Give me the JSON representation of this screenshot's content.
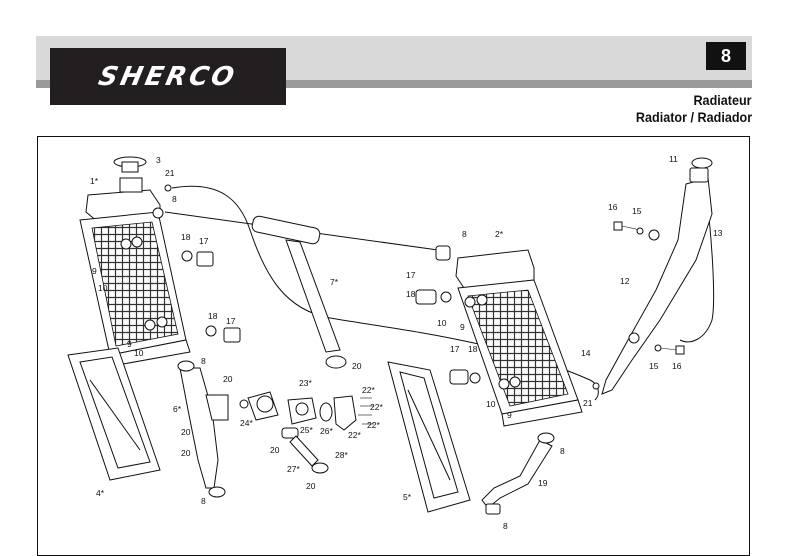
{
  "header": {
    "brand": "SHERCO",
    "page_number": "8",
    "title_fr": "Radiateur",
    "title_en": "Radiator / Radiador"
  },
  "diagram": {
    "labels": {
      "l1": "1*",
      "l3": "3",
      "l21a": "21",
      "l8a": "8",
      "l18a": "18",
      "l17a": "17",
      "l9a": "9",
      "l10a": "10",
      "l18b": "18",
      "l17b": "17",
      "l9b": "9",
      "l10b": "10",
      "l8b": "8",
      "l7": "7*",
      "l20a": "20",
      "l6": "6*",
      "l20b": "20",
      "l20c": "20",
      "l20d": "20",
      "l4": "4*",
      "l8c": "8",
      "l24": "24*",
      "l23": "23*",
      "l25": "25*",
      "l26": "26*",
      "l22a": "22*",
      "l22b": "22*",
      "l22c": "22*",
      "l22d": "22*",
      "l28": "28*",
      "l20e": "20",
      "l27": "27*",
      "l20f": "20",
      "l8d": "8",
      "l2": "2*",
      "l17c": "17",
      "l18c": "18",
      "l10c": "10",
      "l9c": "9",
      "l17d": "17",
      "l18d": "18",
      "l10d": "10",
      "l9d": "9",
      "l5": "5*",
      "l8e": "8",
      "l19": "19",
      "l8f": "8",
      "l14": "14",
      "l21b": "21",
      "l11": "11",
      "l16a": "16",
      "l15a": "15",
      "l13": "13",
      "l12": "12",
      "l15b": "15",
      "l16b": "16"
    }
  }
}
